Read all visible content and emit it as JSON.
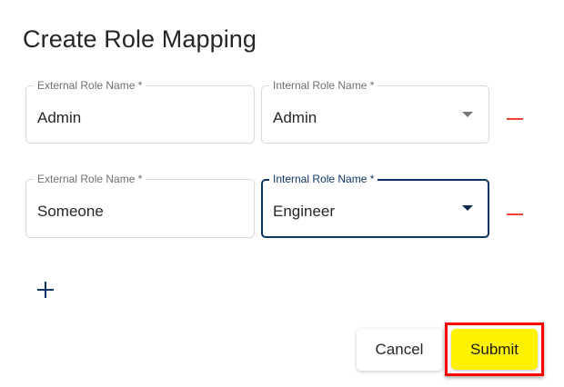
{
  "dialog": {
    "title": "Create Role Mapping"
  },
  "mappings": [
    {
      "external": {
        "label": "External Role Name *",
        "value": "Admin"
      },
      "internal": {
        "label": "Internal Role Name *",
        "value": "Admin"
      }
    },
    {
      "external": {
        "label": "External Role Name *",
        "value": "Someone"
      },
      "internal": {
        "label": "Internal Role Name *",
        "value": "Engineer"
      }
    }
  ],
  "actions": {
    "cancel_label": "Cancel",
    "submit_label": "Submit"
  },
  "colors": {
    "primary": "#0d3563",
    "remove": "#f04335",
    "submit_bg": "#fff200",
    "highlight": "#ff0000"
  }
}
